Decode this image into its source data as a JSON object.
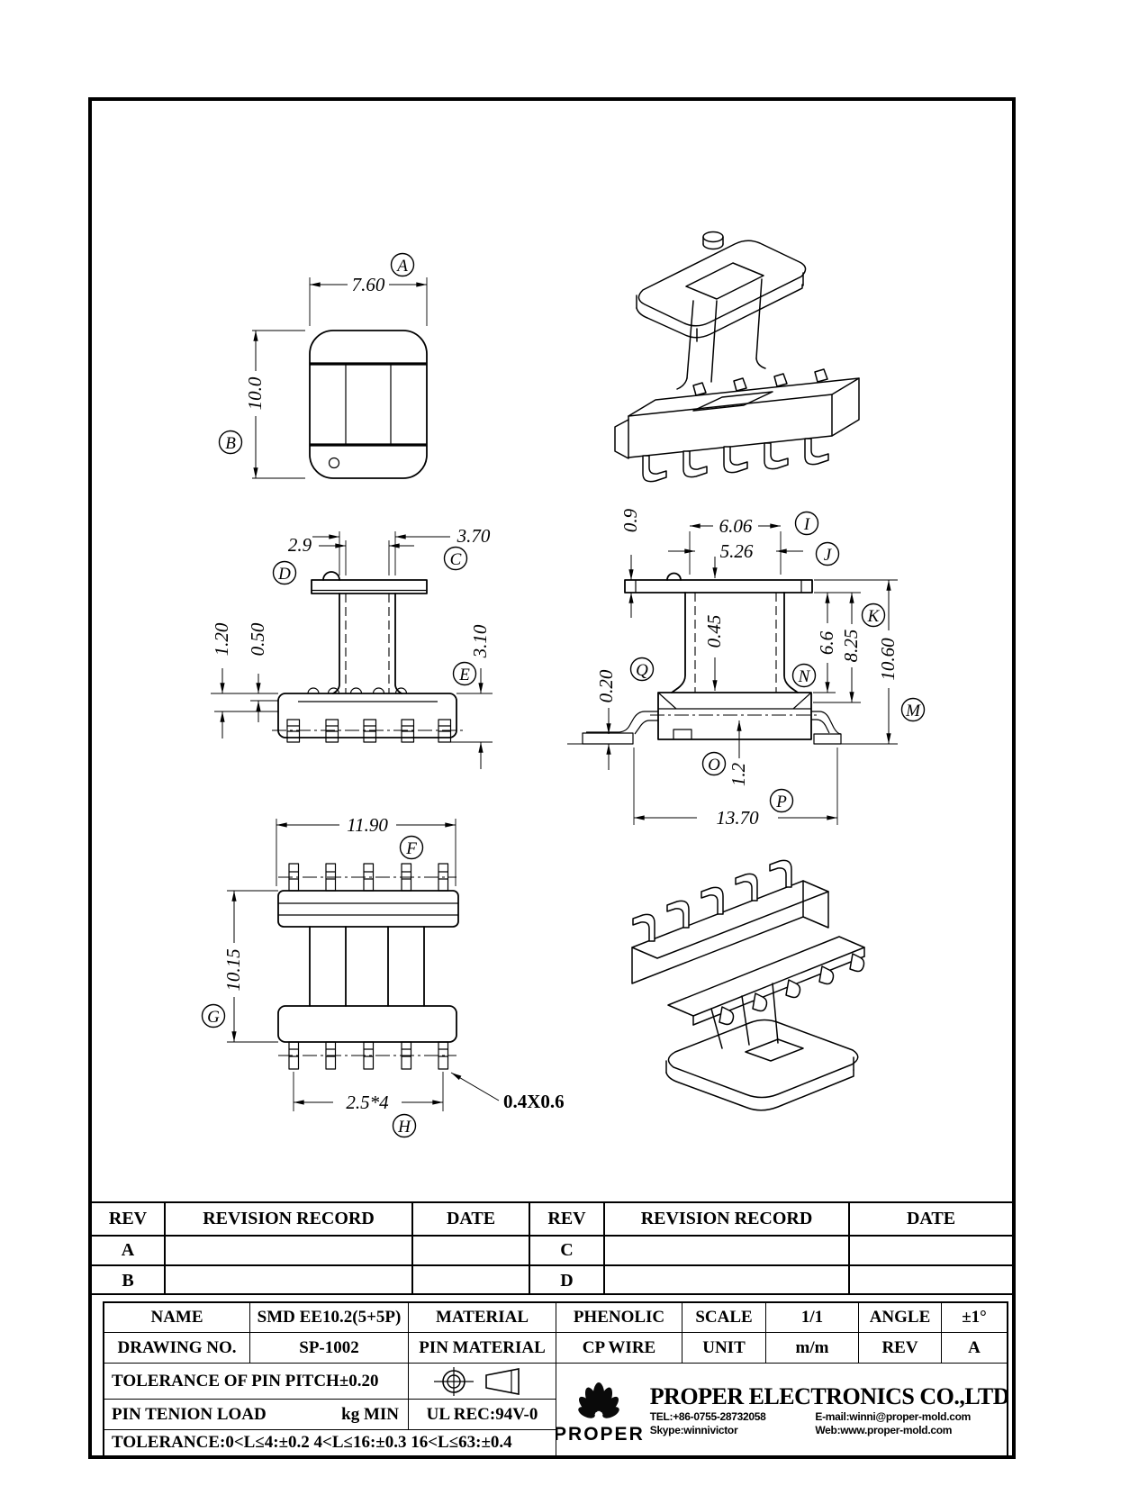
{
  "dims": {
    "a": {
      "v": "7.60",
      "bal": "A"
    },
    "b": {
      "v": "10.0",
      "bal": "B"
    },
    "c": {
      "v": "3.70",
      "bal": "C"
    },
    "d": {
      "v": "2.9",
      "bal": "D"
    },
    "e": {
      "v": "3.10",
      "bal": "E"
    },
    "f": {
      "v": "11.90",
      "bal": "F"
    },
    "g": {
      "v": "10.15",
      "bal": "G"
    },
    "h": {
      "v": "2.5*4",
      "bal": "H"
    },
    "i": {
      "v": "6.06",
      "bal": "I"
    },
    "j": {
      "v": "5.26",
      "bal": "J"
    },
    "k": {
      "v": "8.25",
      "bal": "K"
    },
    "m": {
      "v": "10.60",
      "bal": "M"
    },
    "n": {
      "v": "6.6",
      "bal": "N"
    },
    "o": {
      "v": "1.2",
      "bal": "O"
    },
    "p": {
      "v": "13.70",
      "bal": "P"
    },
    "q": {
      "v": "0.20",
      "bal": "Q"
    },
    "t120": "1.20",
    "t050": "0.50",
    "t09": "0.9",
    "t045": "0.45",
    "pin_note": "0.4X0.6"
  },
  "revision_table": {
    "headers": [
      "REV",
      "REVISION RECORD",
      "DATE",
      "REV",
      "REVISION RECORD",
      "DATE"
    ],
    "rows": [
      {
        "rev_left": "A",
        "record_left": "",
        "date_left": "",
        "rev_right": "C",
        "record_right": "",
        "date_right": ""
      },
      {
        "rev_left": "B",
        "record_left": "",
        "date_left": "",
        "rev_right": "D",
        "record_right": "",
        "date_right": ""
      }
    ]
  },
  "title_block": {
    "name_label": "NAME",
    "name_value": "SMD EE10.2(5+5P)",
    "material_label": "MATERIAL",
    "material_value": "PHENOLIC",
    "scale_label": "SCALE",
    "scale_value": "1/1",
    "angle_label": "ANGLE",
    "angle_value": "±1°",
    "drawing_no_label": "DRAWING NO.",
    "drawing_no_value": "SP-1002",
    "pin_material_label": "PIN MATERIAL",
    "pin_material_value": "CP WIRE",
    "unit_label": "UNIT",
    "unit_value": "m/m",
    "rev_label": "REV",
    "rev_value": "A",
    "pin_pitch_tolerance": "TOLERANCE OF PIN PITCH±0.20",
    "pin_tension_label": "PIN TENION LOAD",
    "pin_tension_unit": "kg MIN",
    "ul_rec": "UL REC:94V-0",
    "length_tolerance": "TOLERANCE:0<L≤4:±0.2  4<L≤16:±0.3  16<L≤63:±0.4"
  },
  "company": {
    "logo_text": "PROPER",
    "name": "PROPER ELECTRONICS CO.,LTD",
    "tel": "TEL:+86-0755-28732058",
    "email": "E-mail:winni@proper-mold.com",
    "skype": "Skype:winnivictor",
    "web": "Web:www.proper-mold.com"
  }
}
